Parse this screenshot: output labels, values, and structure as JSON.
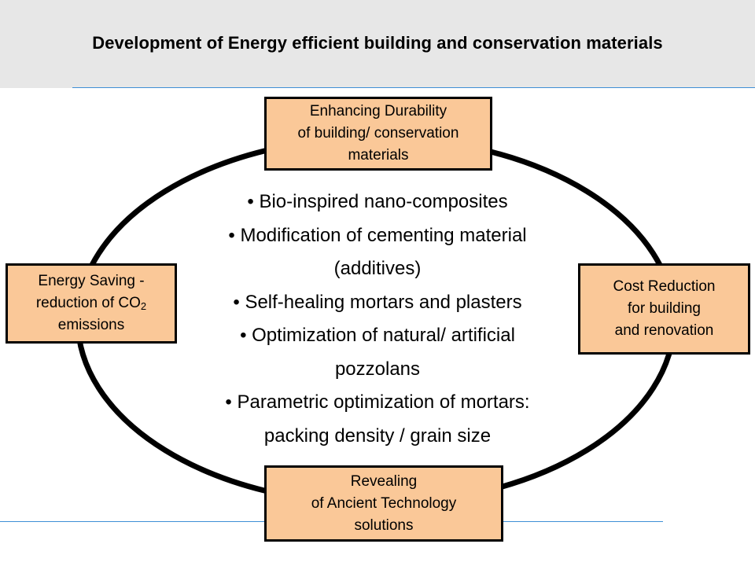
{
  "title": "Development of Energy efficient building and conservation materials",
  "colors": {
    "header_bg": "#e7e7e7",
    "rule": "#3e8fd6",
    "box_fill": "#fac898",
    "outline": "#000000"
  },
  "center": {
    "lines": [
      "• Bio-inspired nano-composites",
      "• Modification of cementing material",
      "(additives)",
      "• Self-healing mortars and plasters",
      "• Optimization of natural/ artificial",
      "pozzolans",
      "• Parametric optimization of mortars:",
      "packing density / grain size"
    ]
  },
  "boxes": {
    "top": {
      "lines": [
        "Enhancing Durability",
        "of building/ conservation",
        "materials"
      ]
    },
    "left": {
      "line1": "Energy Saving -",
      "line2_prefix": "reduction of CO",
      "line2_sub": "2",
      "line3": "emissions"
    },
    "right": {
      "lines": [
        "Cost Reduction",
        "for building",
        "and renovation"
      ]
    },
    "bottom": {
      "lines": [
        "Revealing",
        "of Ancient Technology",
        "solutions"
      ]
    }
  }
}
